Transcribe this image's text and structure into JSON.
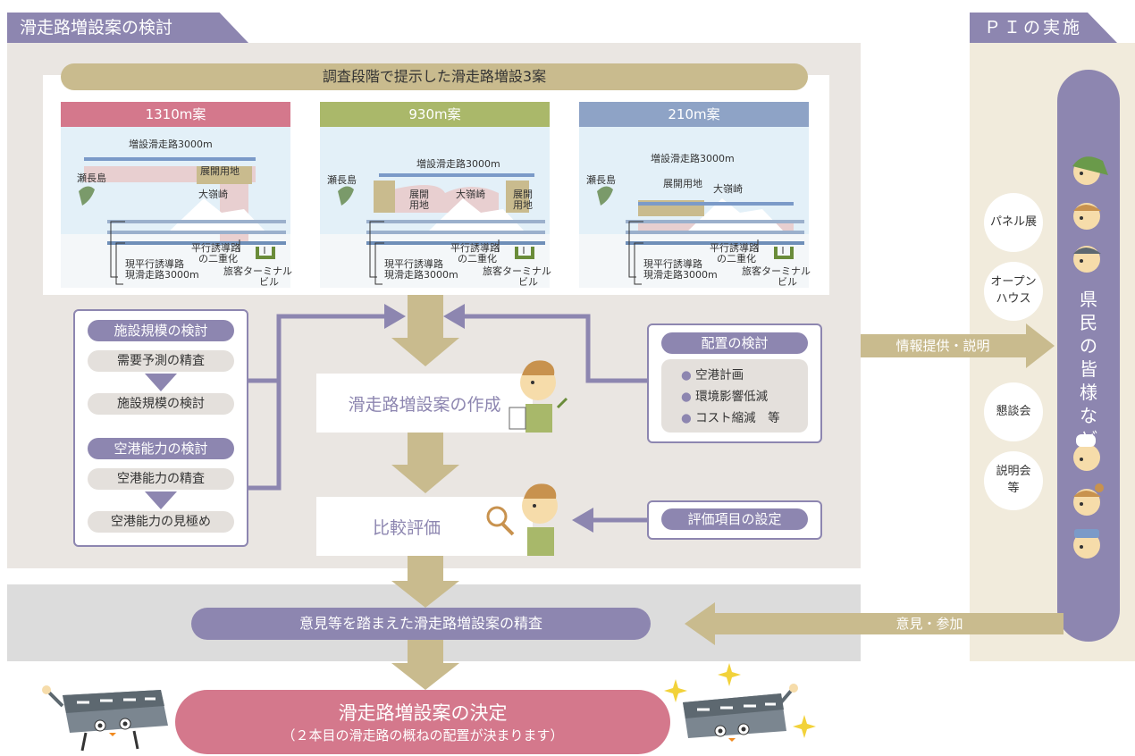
{
  "sections": {
    "review_tab": "滑走路増設案の検討",
    "pi_tab": "ＰＩの実施"
  },
  "proposals": {
    "banner": "調査段階で提示した滑走路増設3案",
    "items": [
      {
        "title": "1310m案",
        "color": "#d4788c",
        "labels": {
          "new_runway": "増設滑走路3000m",
          "deploy_land": "展開用地",
          "island": "瀬長島",
          "cape": "大嶺崎",
          "current_taxi": "現平行誘導路",
          "current_runway": "現滑走路3000m",
          "double_taxi_1": "平行誘導路",
          "double_taxi_2": "の二重化",
          "terminal_1": "旅客ターミナル",
          "terminal_2": "ビル"
        }
      },
      {
        "title": "930m案",
        "color": "#aab86a",
        "labels": {
          "new_runway": "増設滑走路3000m",
          "deploy_land": "展開用地",
          "deploy_land_a": "展開",
          "deploy_land_b": "用地",
          "island": "瀬長島",
          "cape": "大嶺崎",
          "current_taxi": "現平行誘導路",
          "current_runway": "現滑走路3000m",
          "double_taxi_1": "平行誘導路",
          "double_taxi_2": "の二重化",
          "terminal_1": "旅客ターミナル",
          "terminal_2": "ビル"
        }
      },
      {
        "title": "210m案",
        "color": "#8ea3c6",
        "labels": {
          "new_runway": "増設滑走路3000m",
          "deploy_land": "展開用地",
          "island": "瀬長島",
          "cape": "大嶺崎",
          "current_taxi": "現平行誘導路",
          "current_runway": "現滑走路3000m",
          "double_taxi_1": "平行誘導路",
          "double_taxi_2": "の二重化",
          "terminal_1": "旅客ターミナル",
          "terminal_2": "ビル"
        }
      }
    ]
  },
  "facility": {
    "scale_title": "施設規模の検討",
    "scale_steps": [
      "需要予測の精査",
      "施設規模の検討"
    ],
    "capacity_title": "空港能力の検討",
    "capacity_steps": [
      "空港能力の精査",
      "空港能力の見極め"
    ]
  },
  "layout_review": {
    "title": "配置の検討",
    "items": [
      "空港計画",
      "環境影響低減",
      "コスト縮減　等"
    ]
  },
  "process": {
    "create": "滑走路増設案の作成",
    "compare": "比較評価",
    "eval_items": "評価項目の設定",
    "refine": "意見等を踏まえた滑走路増設案の精査",
    "decision_main": "滑走路増設案の決定",
    "decision_sub": "（２本目の滑走路の概ねの配置が決まります）"
  },
  "pi": {
    "info_arrow": "情報提供・説明",
    "opinion_arrow": "意見・参加",
    "events": [
      "パネル展",
      "オープン\nハウス",
      "懇談会",
      "説明会\n等"
    ],
    "residents": "県民の皆様など"
  },
  "colors": {
    "purple": "#8d86b0",
    "olive": "#c9bb8e",
    "pink": "#d4788c",
    "panel": "#eae6e2"
  }
}
